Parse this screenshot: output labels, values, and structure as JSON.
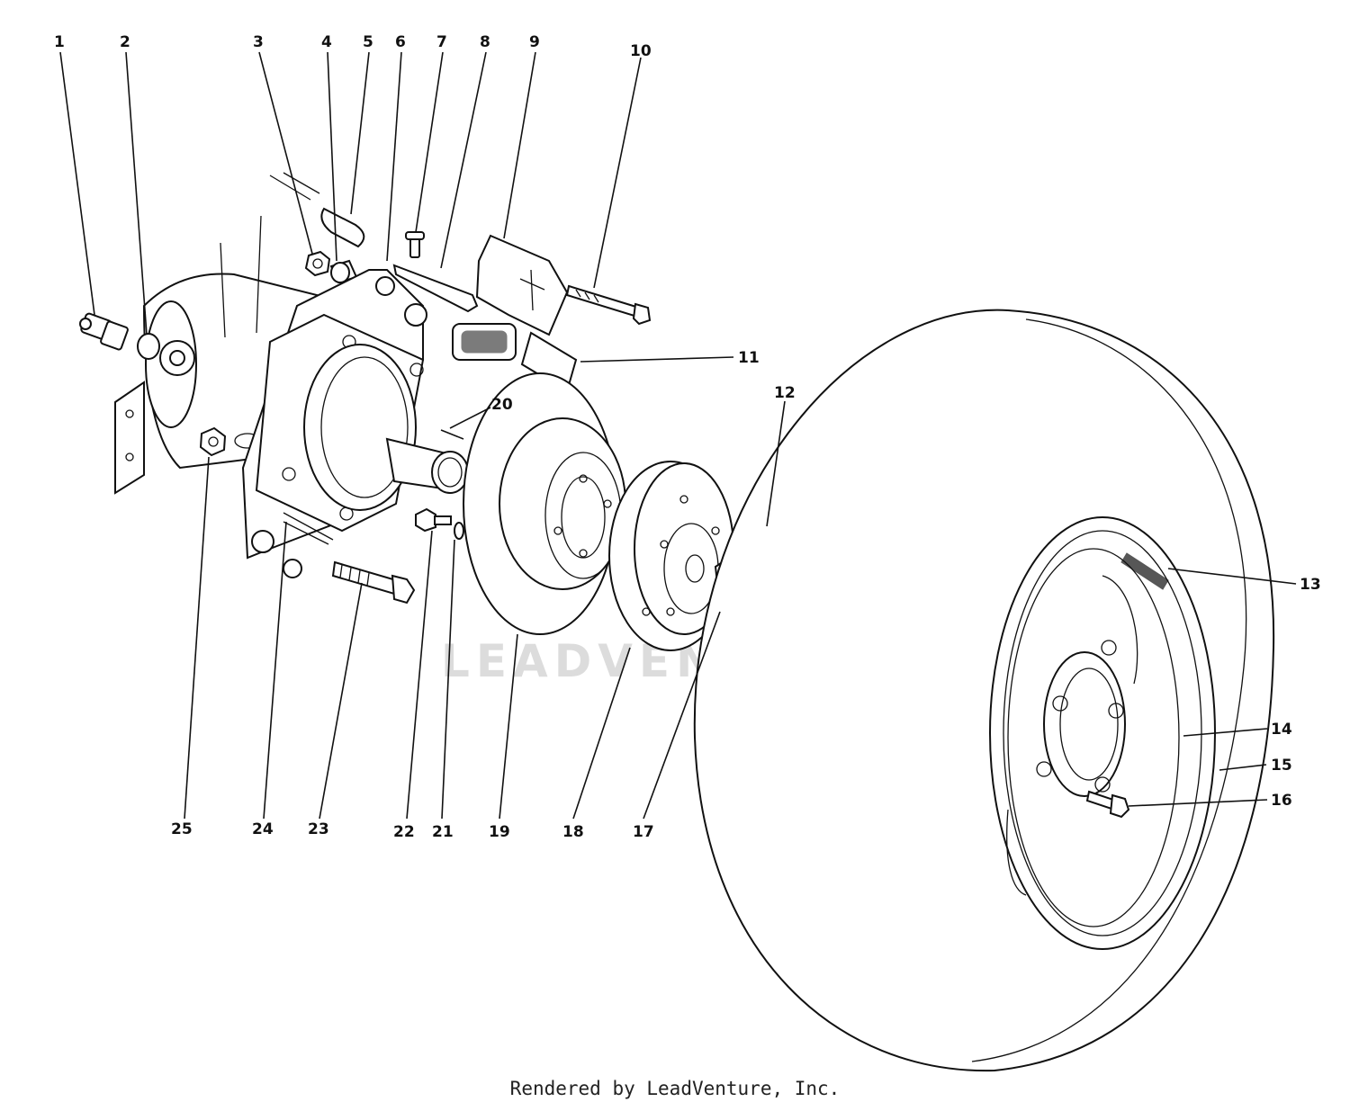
{
  "diagram": {
    "watermark": "LEADVENTURE",
    "footer": "Rendered by LeadVenture, Inc.",
    "callouts": [
      "1",
      "2",
      "3",
      "4",
      "5",
      "6",
      "7",
      "8",
      "9",
      "10",
      "11",
      "12",
      "13",
      "14",
      "15",
      "16",
      "17",
      "18",
      "19",
      "20",
      "21",
      "22",
      "23",
      "24",
      "25"
    ]
  }
}
